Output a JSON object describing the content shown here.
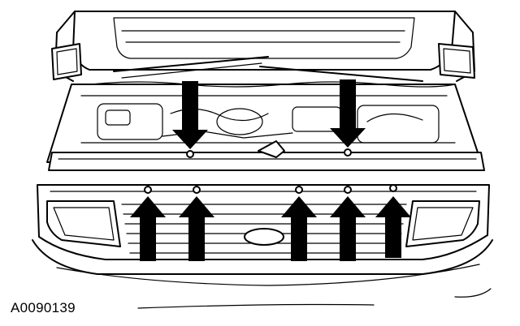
{
  "figure": {
    "label": "A0090139",
    "subject": "front-end-grille-fastener-locations",
    "arrows_down_count": 2,
    "arrows_up_count": 5
  }
}
